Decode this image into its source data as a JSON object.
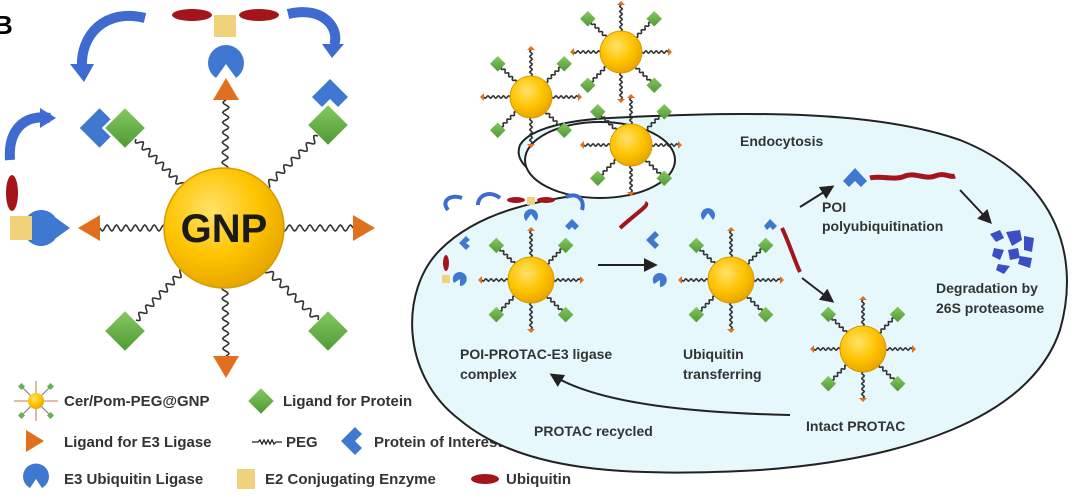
{
  "panel_letter": "B",
  "left_panel": {
    "center_label": "GNP"
  },
  "right_panel": {
    "labels": {
      "endocytosis": "Endocytosis",
      "poi_line1": "POI",
      "poi_line2": "polyubiquitination",
      "degradation_line1": "Degradation by",
      "degradation_line2": "26S proteasome",
      "complex_line1": "POI-PROTAC-E3 ligase",
      "complex_line2": "complex",
      "ubiq_line1": "Ubiquitin",
      "ubiq_line2": "transferring",
      "intact": "Intact PROTAC",
      "recycled": "PROTAC recycled"
    }
  },
  "legend": {
    "items": [
      {
        "icon": "gnp-conjugate-icon",
        "label": "Cer/Pom-PEG@GNP"
      },
      {
        "icon": "green-diamond-icon",
        "label": "Ligand for Protein"
      },
      {
        "icon": "orange-triangle-icon",
        "label": "Ligand for E3 Ligase"
      },
      {
        "icon": "peg-wave-icon",
        "label": "PEG"
      },
      {
        "icon": "blue-chevron-icon",
        "label": "Protein of Interest"
      },
      {
        "icon": "pacman-icon",
        "label": "E3 Ubiquitin Ligase"
      },
      {
        "icon": "yellow-square-icon",
        "label": "E2 Conjugating Enzyme"
      },
      {
        "icon": "red-ellipse-icon",
        "label": "Ubiquitin"
      }
    ]
  },
  "colors": {
    "gold": "#ffc200",
    "gold_edge": "#d99a00",
    "green": "#6ab04c",
    "orange": "#e0701e",
    "blue": "#3f78d0",
    "ubiquitin_red": "#a3151b",
    "e2_yellow": "#f0d27a",
    "cell_fill": "#e6f8fc",
    "proteasome_blue": "#3b4fc4"
  }
}
